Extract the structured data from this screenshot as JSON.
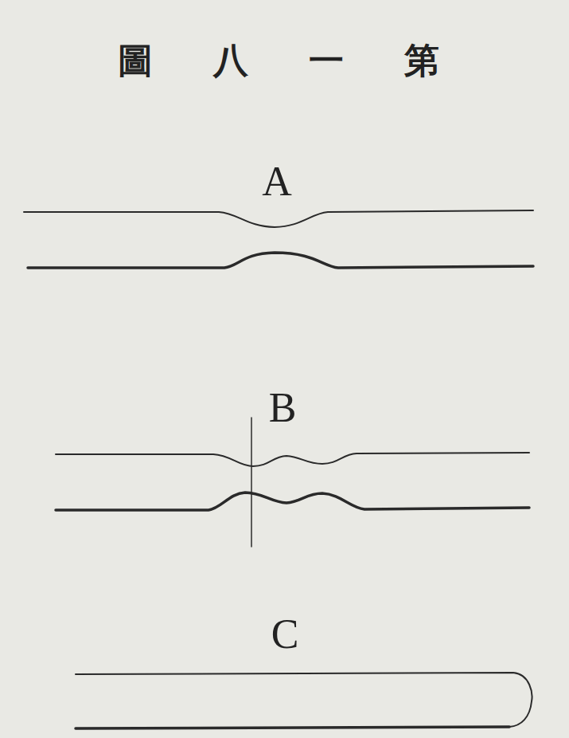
{
  "diagram": {
    "title": "圖八一第",
    "labels": [
      "A",
      "B",
      "C"
    ]
  }
}
